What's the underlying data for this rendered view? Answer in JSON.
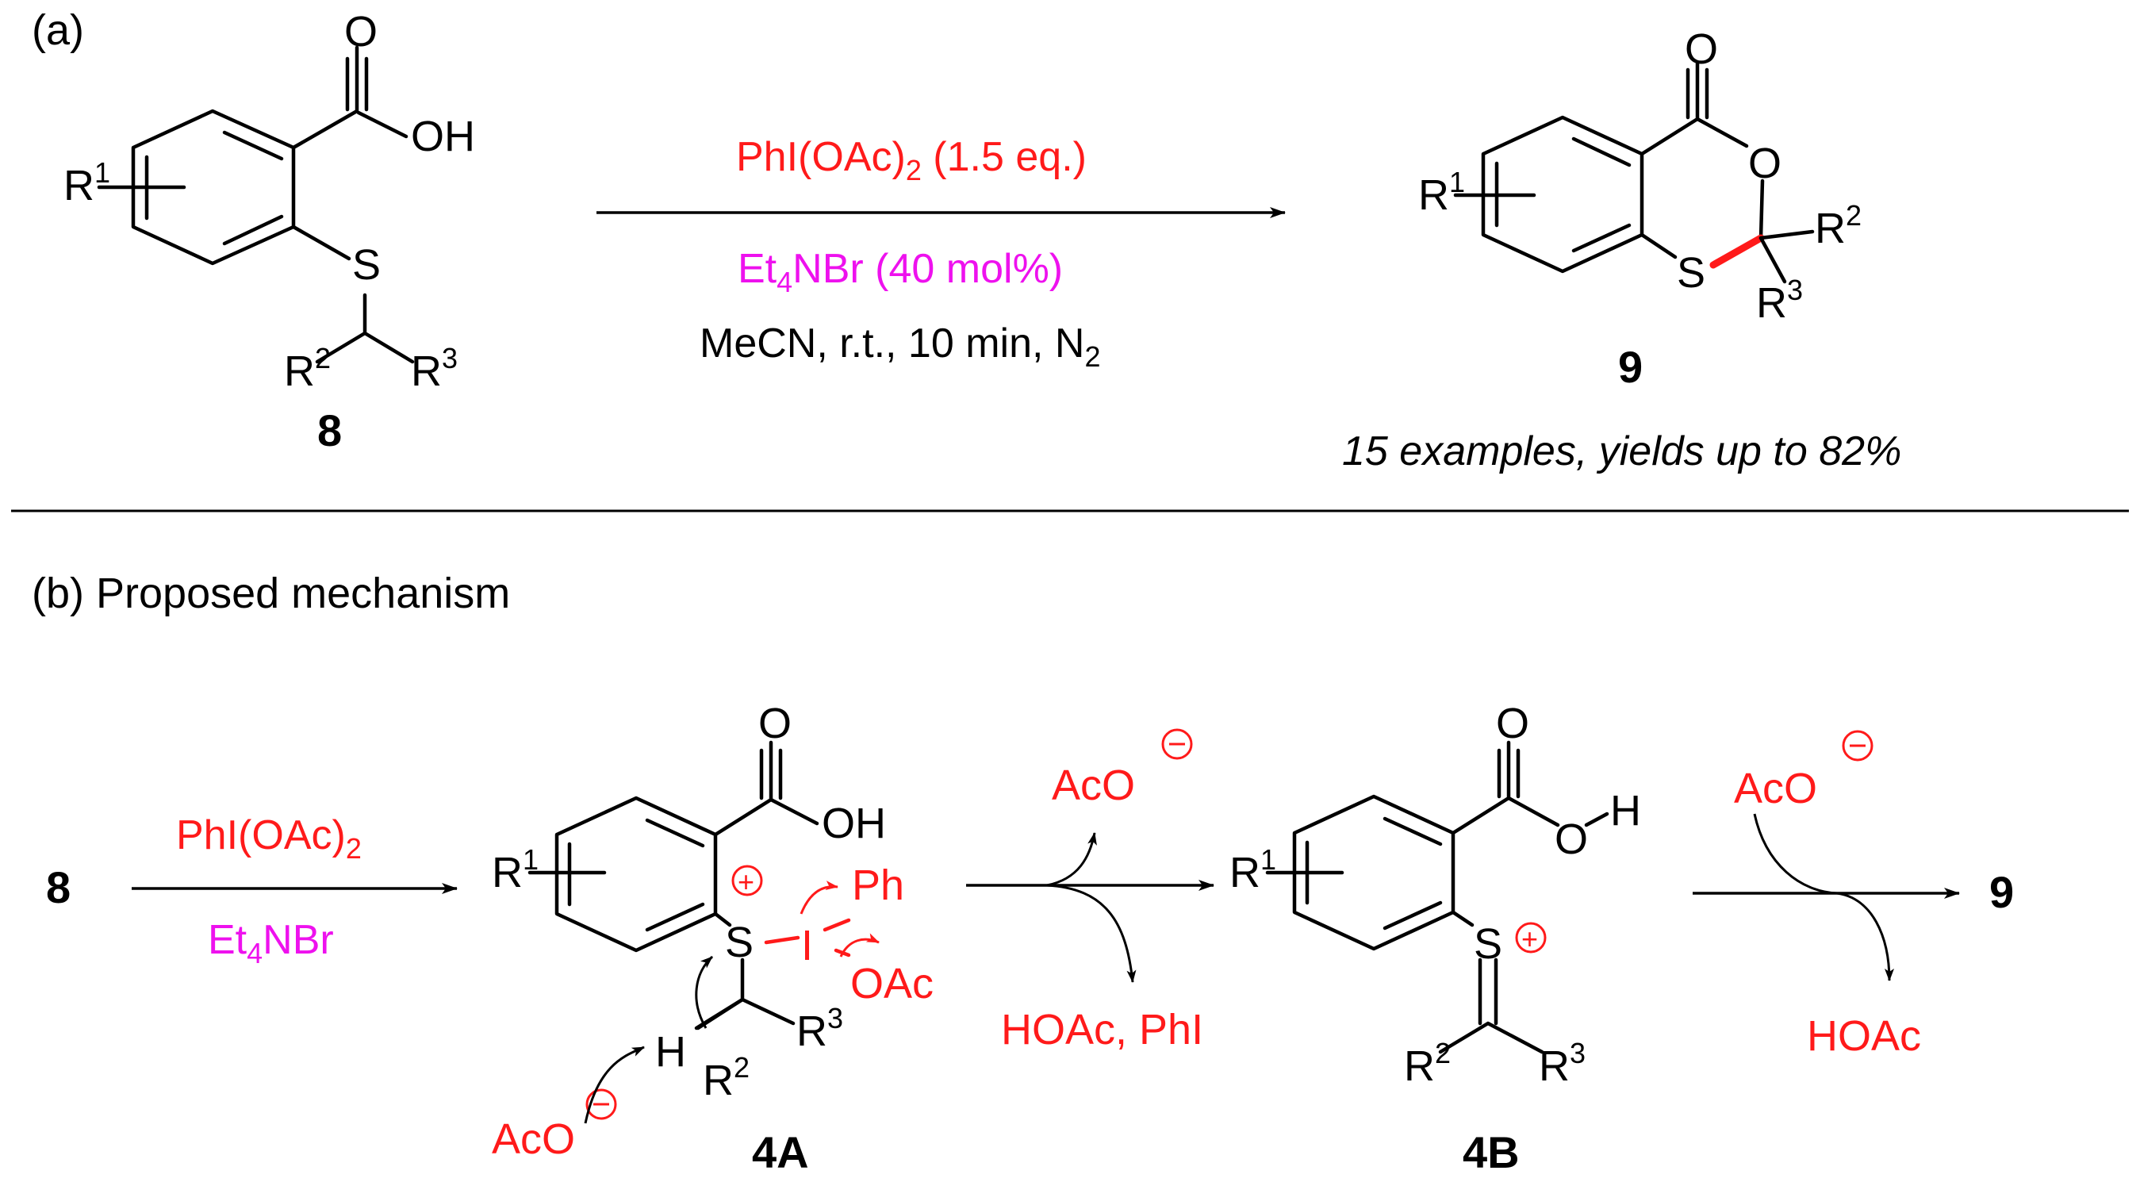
{
  "colors": {
    "oxidant": "#ff1a1a",
    "additive": "#ee11ee",
    "new_bond": "#ff1a1a",
    "text": "#000000"
  },
  "part_a": {
    "label": "(a)",
    "start_compound": "8",
    "product_compound": "9",
    "conditions": {
      "oxidant_main": "PhI(OAc)",
      "oxidant_sub": "2",
      "oxidant_amount": " (1.5 eq.)",
      "additive_prefix": "Et",
      "additive_sub": "4",
      "additive_suffix": "NBr (40 mol%)",
      "solvent_main": "MeCN, r.t., 10 min, N",
      "solvent_sub": "2"
    },
    "scope_note": "15 examples, yields up to 82%"
  },
  "part_b": {
    "label": "(b) Proposed mechanism",
    "start_compound": "8",
    "step1": {
      "reagent_main": "PhI(OAc)",
      "reagent_sub": "2",
      "additive_prefix": "Et",
      "additive_sub": "4",
      "additive_suffix": "NBr"
    },
    "intermediate_1": "4A",
    "step2": {
      "incoming": "AcO",
      "outgoing": "HOAc, PhI"
    },
    "intermediate_2": "4B",
    "step3": {
      "incoming": "AcO",
      "outgoing": "HOAc"
    },
    "product": "9"
  },
  "atoms": {
    "carbonyl_O": "O",
    "hydroxyl": "OH",
    "sulfur": "S",
    "ring_O": "O",
    "R": "R",
    "H": "H",
    "Ph": "Ph",
    "I": "I",
    "OAc": "OAc",
    "AcO": "AcO",
    "n1": "1",
    "n2": "2",
    "n3": "3",
    "plus": "+",
    "minus": "−"
  }
}
